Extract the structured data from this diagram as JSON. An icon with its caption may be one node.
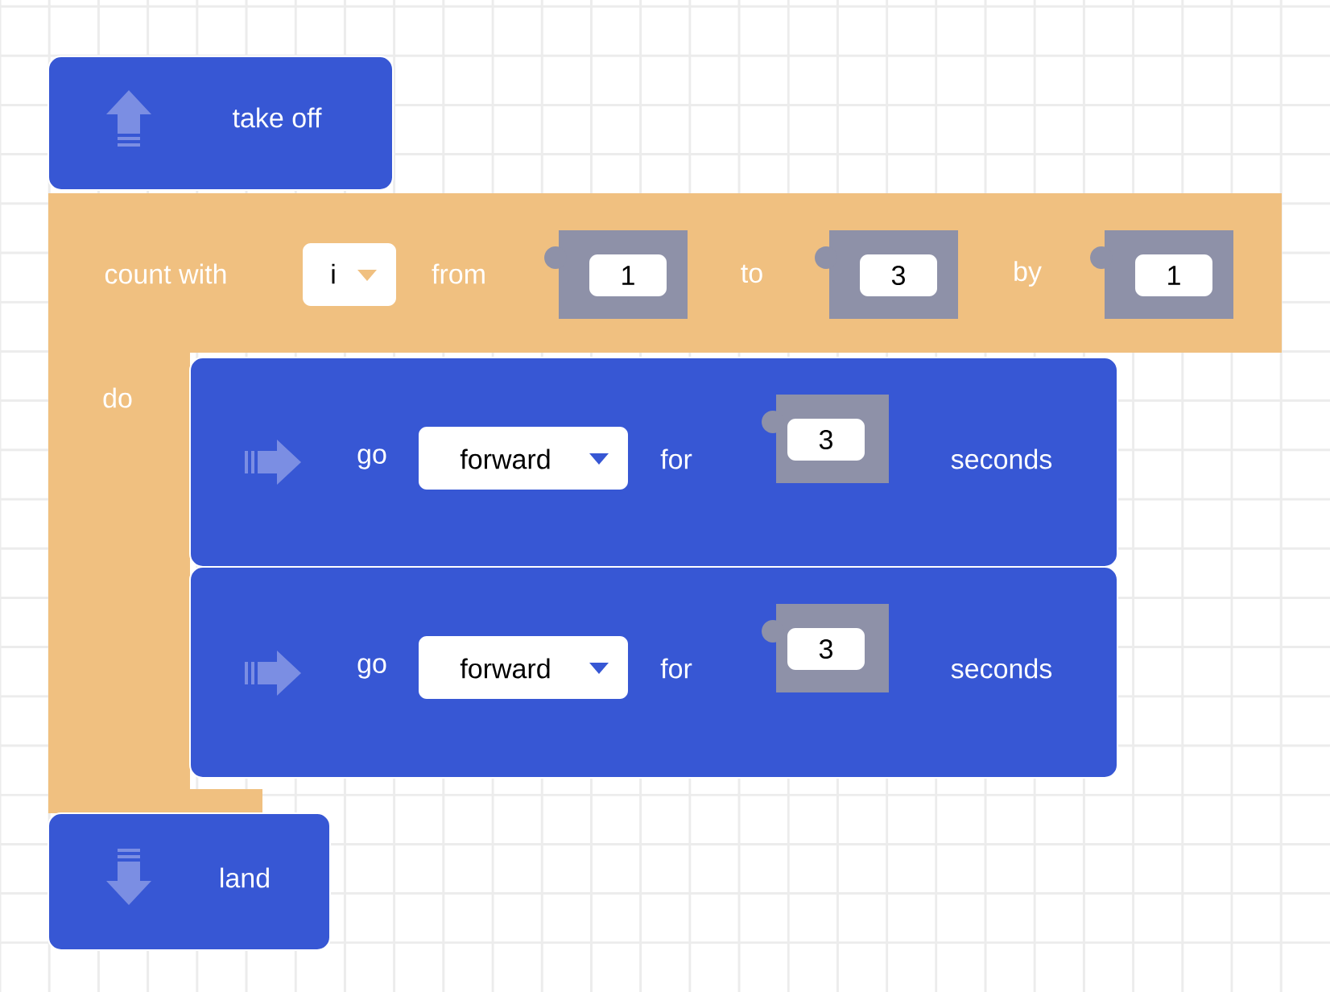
{
  "diagram": {
    "nodes": [
      {
        "text": [
          "take off"
        ]
      },
      {
        "text": [
          "count with",
          "from",
          "to",
          "by",
          "do"
        ]
      },
      {
        "text": [
          "i"
        ],
        "in": 1
      },
      {
        "text": [
          "1"
        ],
        "in": 1
      },
      {
        "text": [
          "3"
        ],
        "in": 1
      },
      {
        "text": [
          "1"
        ],
        "in": 1
      },
      {
        "text": [
          "go",
          "for",
          "seconds"
        ],
        "in": 1
      },
      {
        "text": [
          "forward"
        ],
        "in": 6
      },
      {
        "text": [
          "3"
        ],
        "in": 6
      },
      {
        "text": [
          "go",
          "for",
          "seconds"
        ],
        "in": 1
      },
      {
        "text": [
          "forward"
        ],
        "in": 9
      },
      {
        "text": [
          "3"
        ],
        "in": 9
      },
      {
        "text": [
          "land"
        ]
      }
    ]
  }
}
